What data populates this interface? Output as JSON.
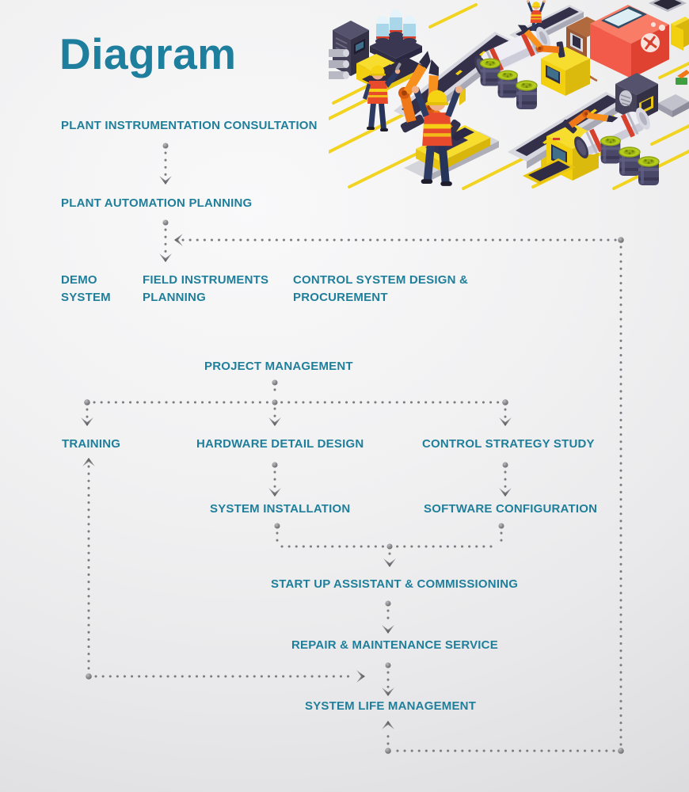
{
  "page": {
    "title": "Diagram"
  },
  "colors": {
    "accent_teal": "#1f7f9b",
    "connector_gray": "#7c7c80",
    "background_light": "#f9f9fa",
    "background_dark": "#d6d6d9"
  },
  "nodes": [
    {
      "id": "plant-instrumentation-consultation",
      "label": "PLANT INSTRUMENTATION CONSULTATION"
    },
    {
      "id": "plant-automation-planning",
      "label": "PLANT AUTOMATION PLANNING"
    },
    {
      "id": "demo-system",
      "label": "DEMO\nSYSTEM"
    },
    {
      "id": "field-instruments-planning",
      "label": "FIELD INSTRUMENTS\nPLANNING"
    },
    {
      "id": "control-system-design-procurement",
      "label": "CONTROL SYSTEM DESIGN &\nPROCUREMENT"
    },
    {
      "id": "project-management",
      "label": "PROJECT MANAGEMENT"
    },
    {
      "id": "training",
      "label": "TRAINING"
    },
    {
      "id": "hardware-detail-design",
      "label": "HARDWARE DETAIL DESIGN"
    },
    {
      "id": "control-strategy-study",
      "label": "CONTROL STRATEGY STUDY"
    },
    {
      "id": "system-installation",
      "label": "SYSTEM INSTALLATION"
    },
    {
      "id": "software-configuration",
      "label": "SOFTWARE CONFIGURATION"
    },
    {
      "id": "start-up-assistant-commissioning",
      "label": "START UP ASSISTANT & COMMISSIONING"
    },
    {
      "id": "repair-maintenance-service",
      "label": "REPAIR & MAINTENANCE SERVICE"
    },
    {
      "id": "system-life-management",
      "label": "SYSTEM LIFE MANAGEMENT"
    }
  ],
  "edges": [
    {
      "from": "plant-instrumentation-consultation",
      "to": "plant-automation-planning"
    },
    {
      "from": "plant-automation-planning",
      "to": "field-instruments-planning"
    },
    {
      "from": "project-management",
      "to": "training"
    },
    {
      "from": "project-management",
      "to": "hardware-detail-design"
    },
    {
      "from": "project-management",
      "to": "control-strategy-study"
    },
    {
      "from": "hardware-detail-design",
      "to": "system-installation"
    },
    {
      "from": "control-strategy-study",
      "to": "software-configuration"
    },
    {
      "from": "system-installation",
      "to": "start-up-assistant-commissioning"
    },
    {
      "from": "software-configuration",
      "to": "start-up-assistant-commissioning"
    },
    {
      "from": "start-up-assistant-commissioning",
      "to": "repair-maintenance-service"
    },
    {
      "from": "repair-maintenance-service",
      "to": "system-life-management"
    },
    {
      "from": "system-life-management",
      "to": "plant-automation-planning"
    },
    {
      "from": "repair-maintenance-service",
      "to": "training",
      "bidirectional": true
    }
  ],
  "illustration": {
    "name": "isometric-factory-scene",
    "palette": {
      "machine_yellow": "#f2cf0f",
      "machine_navy": "#3f3d56",
      "machine_red": "#f25a49",
      "robot_orange": "#f07818",
      "barrel_lime": "#b5cc1f",
      "conveyor_gray": "#d7d7df",
      "floor_tape_yellow": "#f2d315"
    }
  }
}
